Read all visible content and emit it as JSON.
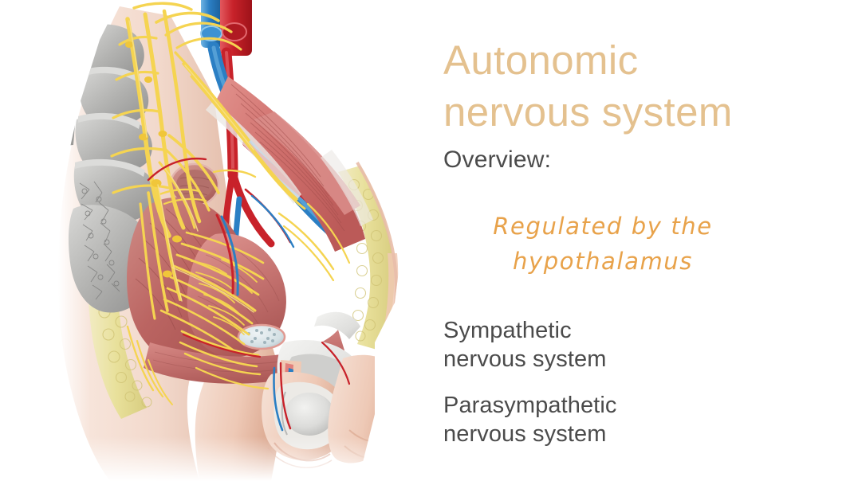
{
  "slide": {
    "background_color": "#ffffff",
    "title": {
      "line1": "Autonomic",
      "line2": "nervous system",
      "color": "#e4c18f"
    },
    "overview_label": "Overview:",
    "highlight": {
      "line1": "Regulated by the",
      "line2": "hypothalamus",
      "color": "#e8a24a"
    },
    "branches": [
      {
        "line1": "Sympathetic",
        "line2": "nervous system"
      },
      {
        "line1": "Parasympathetic",
        "line2": "nervous system"
      }
    ],
    "body_text_color": "#4b4b4b"
  },
  "illustration": {
    "name": "male-pelvis-autonomic-nerve-plexus",
    "description": "Medical illustration: sagittal section of the male pelvis showing the autonomic nerve plexus",
    "palette": {
      "nerve_yellow": "#f5d451",
      "nerve_yellow_light": "#f7e08a",
      "artery_red": "#c8222a",
      "artery_red_light": "#e0555c",
      "vein_blue": "#2b7fc4",
      "vein_blue_light": "#5aa6dd",
      "muscle_red": "#b85c5a",
      "muscle_red_light": "#cc7f7b",
      "muscle_pink": "#d98c88",
      "bone_grey": "#a8a8a8",
      "bone_grey_light": "#cfcfcf",
      "cartilage_white": "#e8e8e6",
      "adipose_yellow": "#e8e09a",
      "adipose_yellow_light": "#f0eab8",
      "skin": "#f2d9cc",
      "skin_shadow": "#e5bfae",
      "organ_mauve": "#c9857f"
    }
  }
}
